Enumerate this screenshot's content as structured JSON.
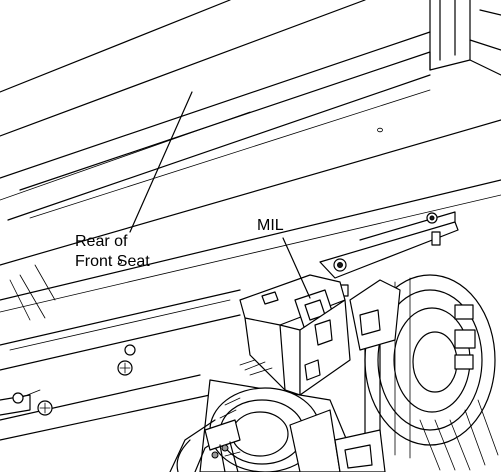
{
  "labels": {
    "rear_line1": "Rear of",
    "rear_line2": "Front Seat",
    "mil": "MIL"
  },
  "colors": {
    "line": "#000000",
    "background": "#ffffff"
  }
}
